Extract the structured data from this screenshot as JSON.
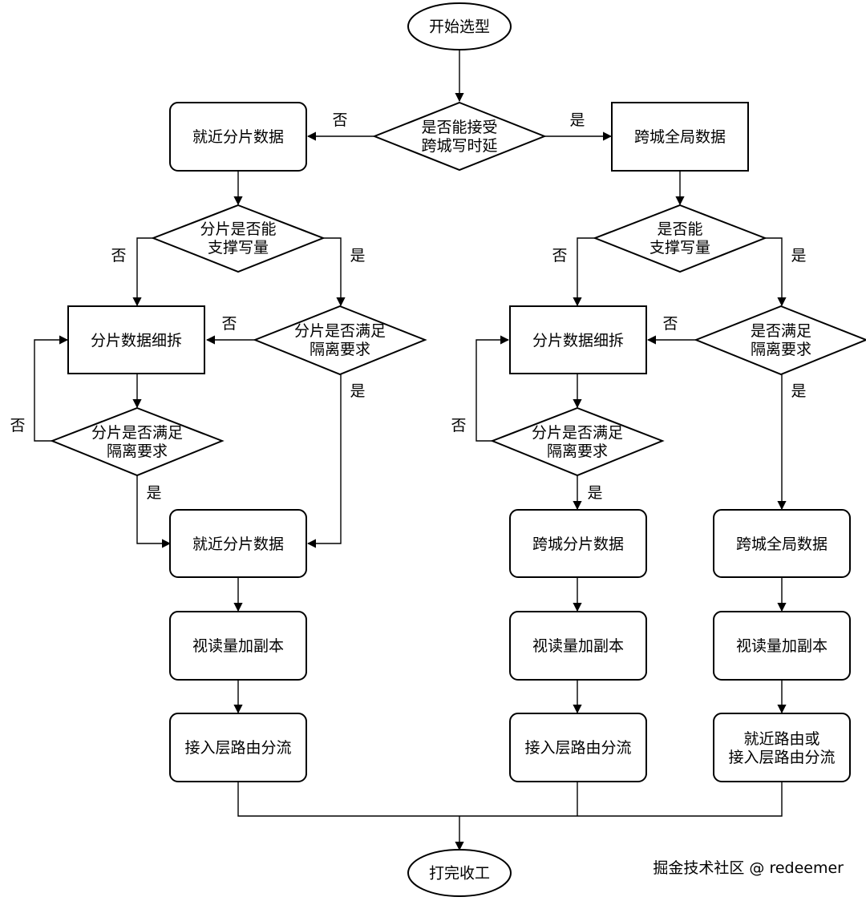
{
  "nodes": {
    "start": "开始选型",
    "q_latency": [
      "是否能接受",
      "跨城写时延"
    ],
    "l_nearby": "就近分片数据",
    "r_cross_global": "跨城全局数据",
    "l_q_write": [
      "分片是否能",
      "支撑写量"
    ],
    "r_q_write": [
      "是否能",
      "支撑写量"
    ],
    "l_split": "分片数据细拆",
    "l_q_iso": [
      "分片是否满足",
      "隔离要求"
    ],
    "r_split": "分片数据细拆",
    "r_q_iso": [
      "是否满足",
      "隔离要求"
    ],
    "l_q_iso2": [
      "分片是否满足",
      "隔离要求"
    ],
    "r_q_iso2": [
      "分片是否满足",
      "隔离要求"
    ],
    "l_nearby2": "就近分片数据",
    "m_cross_shard": "跨城分片数据",
    "r_cross_global2": "跨城全局数据",
    "l_replica": "视读量加副本",
    "m_replica": "视读量加副本",
    "r_replica": "视读量加副本",
    "l_route": "接入层路由分流",
    "m_route": "接入层路由分流",
    "r_route": [
      "就近路由或",
      "接入层路由分流"
    ],
    "end": "打完收工"
  },
  "edge_labels": {
    "yes": "是",
    "no": "否"
  },
  "watermark": "掘金技术社区 @ redeemer"
}
